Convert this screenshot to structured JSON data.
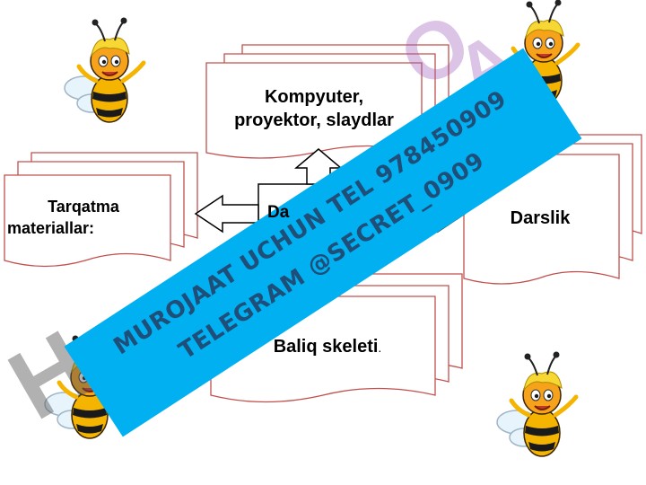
{
  "boxes": {
    "top": {
      "line1": "Kompyuter,",
      "line2": "proyektor, slaydlar"
    },
    "left": {
      "line1": "Tarqatma",
      "line2": "materiallar:"
    },
    "center": {
      "label": "Da"
    },
    "right": {
      "label": "Darslik"
    },
    "bottom": {
      "label": "Baliq skeleti",
      "suffix": "."
    }
  },
  "banner": {
    "line1": "MUROJAAT UCHUN TEL 978450909",
    "line2": "TELEGRAM @SECRET_0909"
  },
  "colors": {
    "doc_border": "#c0504d",
    "banner_fill": "#00b0f0",
    "watermark_purple": "#9b59b6",
    "watermark_gray": "#555555"
  },
  "icons": [
    "bee-icon"
  ]
}
